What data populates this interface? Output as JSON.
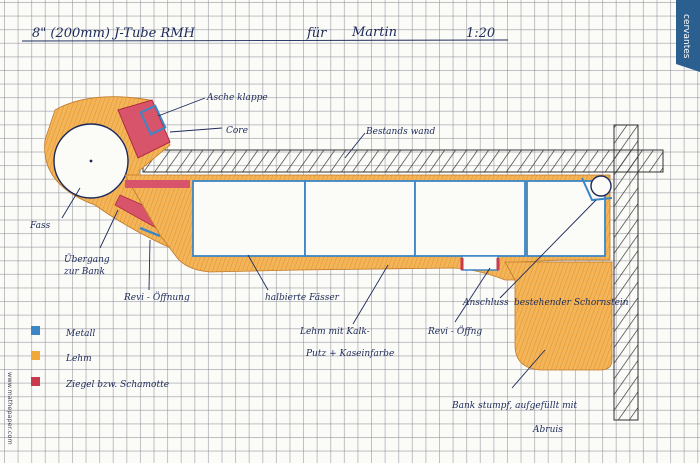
{
  "title": {
    "main": "8\" (200mm) J-Tube RMH",
    "for": "für",
    "name": "Martin",
    "scale": "1:20"
  },
  "labels": {
    "ascheklappe": "Asche klappe",
    "core": "Core",
    "bestandswand": "Bestands wand",
    "fass": "Fass",
    "uebergang_1": "Übergang",
    "uebergang_2": "zur Bank",
    "revi_left": "Revi - Öffnung",
    "halbierte_faesser": "halbierte Fässer",
    "lehm_1": "Lehm mit Kalk-",
    "lehm_2": "Putz + Kaseinfarbe",
    "revi_right": "Revi - Öffng",
    "anschluss": "Anschluss",
    "schornstein": "bestehender Schornstein",
    "bank_1": "Bank stumpf, aufgefüllt mit",
    "bank_2": "Abruis"
  },
  "legend": [
    {
      "label": "Metall",
      "color": "#3d86c6"
    },
    {
      "label": "Lehm",
      "color": "#f0a83a"
    },
    {
      "label": "Ziegel bzw. Schamotte",
      "color": "#c83a4c"
    }
  ],
  "side_url": "www.mathepaper.com",
  "logo": "cervantes",
  "colors": {
    "ink": "#1c2a5a",
    "metal": "#3d86c6",
    "clay": "#f0a83a",
    "brick": "#c83a4c"
  }
}
